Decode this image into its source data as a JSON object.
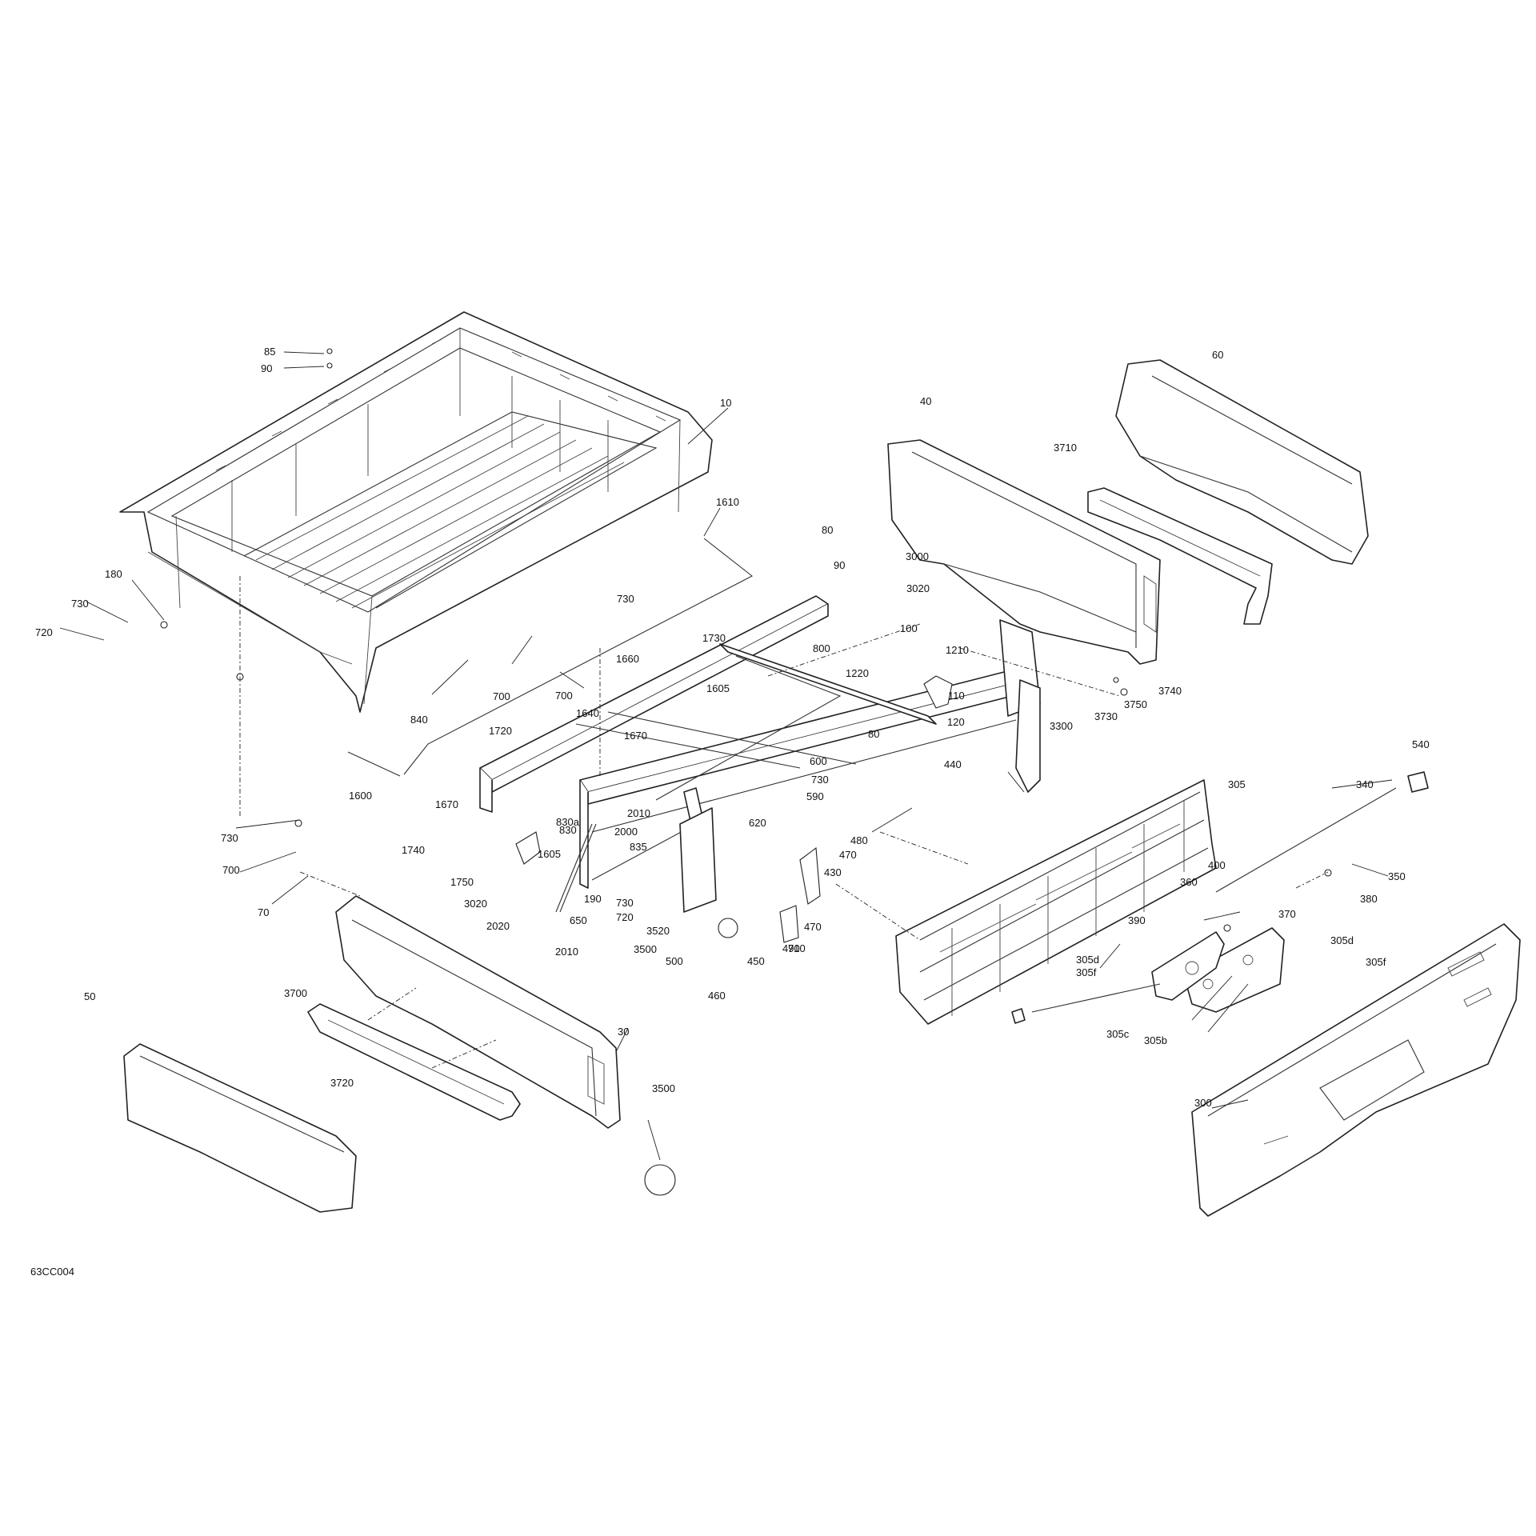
{
  "diagram": {
    "reference_code": "63CC004",
    "callouts": [
      {
        "id": "c85",
        "text": "85"
      },
      {
        "id": "c90",
        "text": "90"
      },
      {
        "id": "c10",
        "text": "10"
      },
      {
        "id": "c180",
        "text": "180"
      },
      {
        "id": "c730a",
        "text": "730"
      },
      {
        "id": "c720a",
        "text": "720"
      },
      {
        "id": "c840",
        "text": "840"
      },
      {
        "id": "c700a",
        "text": "700"
      },
      {
        "id": "c730b",
        "text": "730"
      },
      {
        "id": "c700b",
        "text": "700"
      },
      {
        "id": "c1610",
        "text": "1610"
      },
      {
        "id": "c1660",
        "text": "1660"
      },
      {
        "id": "c1640",
        "text": "1640"
      },
      {
        "id": "c1605a",
        "text": "1605"
      },
      {
        "id": "c1670a",
        "text": "1670"
      },
      {
        "id": "c1720",
        "text": "1720"
      },
      {
        "id": "c1600",
        "text": "1600"
      },
      {
        "id": "c1670b",
        "text": "1670"
      },
      {
        "id": "c730c",
        "text": "730"
      },
      {
        "id": "c700c",
        "text": "700"
      },
      {
        "id": "c70",
        "text": "70"
      },
      {
        "id": "c80a",
        "text": "80"
      },
      {
        "id": "c90b",
        "text": "90"
      },
      {
        "id": "c1730",
        "text": "1730"
      },
      {
        "id": "c800",
        "text": "800"
      },
      {
        "id": "c830a",
        "text": "830a"
      },
      {
        "id": "c830",
        "text": "830"
      },
      {
        "id": "c1740",
        "text": "1740"
      },
      {
        "id": "c1605b",
        "text": "1605"
      },
      {
        "id": "c1750",
        "text": "1750"
      },
      {
        "id": "c3020a",
        "text": "3020"
      },
      {
        "id": "c2010a",
        "text": "2010"
      },
      {
        "id": "c2000",
        "text": "2000"
      },
      {
        "id": "c2020",
        "text": "2020"
      },
      {
        "id": "c2010b",
        "text": "2010"
      },
      {
        "id": "c835",
        "text": "835"
      },
      {
        "id": "c600",
        "text": "600"
      },
      {
        "id": "c730d",
        "text": "730"
      },
      {
        "id": "c590",
        "text": "590"
      },
      {
        "id": "c620",
        "text": "620"
      },
      {
        "id": "c80b",
        "text": "80"
      },
      {
        "id": "c650",
        "text": "650"
      },
      {
        "id": "c190",
        "text": "190"
      },
      {
        "id": "c730e",
        "text": "730"
      },
      {
        "id": "c720b",
        "text": "720"
      },
      {
        "id": "c3520",
        "text": "3520"
      },
      {
        "id": "c3500a",
        "text": "3500"
      },
      {
        "id": "c500",
        "text": "500"
      },
      {
        "id": "c480",
        "text": "480"
      },
      {
        "id": "c470a",
        "text": "470"
      },
      {
        "id": "c430",
        "text": "430"
      },
      {
        "id": "c470b",
        "text": "470"
      },
      {
        "id": "c490",
        "text": "490"
      },
      {
        "id": "c450",
        "text": "450"
      },
      {
        "id": "c460",
        "text": "460"
      },
      {
        "id": "c710",
        "text": "710"
      },
      {
        "id": "c3000",
        "text": "3000"
      },
      {
        "id": "c3020b",
        "text": "3020"
      },
      {
        "id": "c100",
        "text": "100"
      },
      {
        "id": "c1210",
        "text": "1210"
      },
      {
        "id": "c1220",
        "text": "1220"
      },
      {
        "id": "c110",
        "text": "110"
      },
      {
        "id": "c120",
        "text": "120"
      },
      {
        "id": "c3300",
        "text": "3300"
      },
      {
        "id": "c440",
        "text": "440"
      },
      {
        "id": "c40",
        "text": "40"
      },
      {
        "id": "c3710",
        "text": "3710"
      },
      {
        "id": "c60",
        "text": "60"
      },
      {
        "id": "c3740",
        "text": "3740"
      },
      {
        "id": "c3730",
        "text": "3730"
      },
      {
        "id": "c3750",
        "text": "3750"
      },
      {
        "id": "c305",
        "text": "305"
      },
      {
        "id": "c540",
        "text": "540"
      },
      {
        "id": "c340",
        "text": "340"
      },
      {
        "id": "c350",
        "text": "350"
      },
      {
        "id": "c380",
        "text": "380"
      },
      {
        "id": "c400",
        "text": "400"
      },
      {
        "id": "c360",
        "text": "360"
      },
      {
        "id": "c370",
        "text": "370"
      },
      {
        "id": "c390",
        "text": "390"
      },
      {
        "id": "c305d_a",
        "text": "305d"
      },
      {
        "id": "c305f_a",
        "text": "305f"
      },
      {
        "id": "c305d_b",
        "text": "305d"
      },
      {
        "id": "c305f_b",
        "text": "305f"
      },
      {
        "id": "c305c",
        "text": "305c"
      },
      {
        "id": "c305b",
        "text": "305b"
      },
      {
        "id": "c300",
        "text": "300"
      },
      {
        "id": "c3700",
        "text": "3700"
      },
      {
        "id": "c50",
        "text": "50"
      },
      {
        "id": "c3720",
        "text": "3720"
      },
      {
        "id": "c30",
        "text": "30"
      },
      {
        "id": "c3500b",
        "text": "3500"
      }
    ]
  }
}
